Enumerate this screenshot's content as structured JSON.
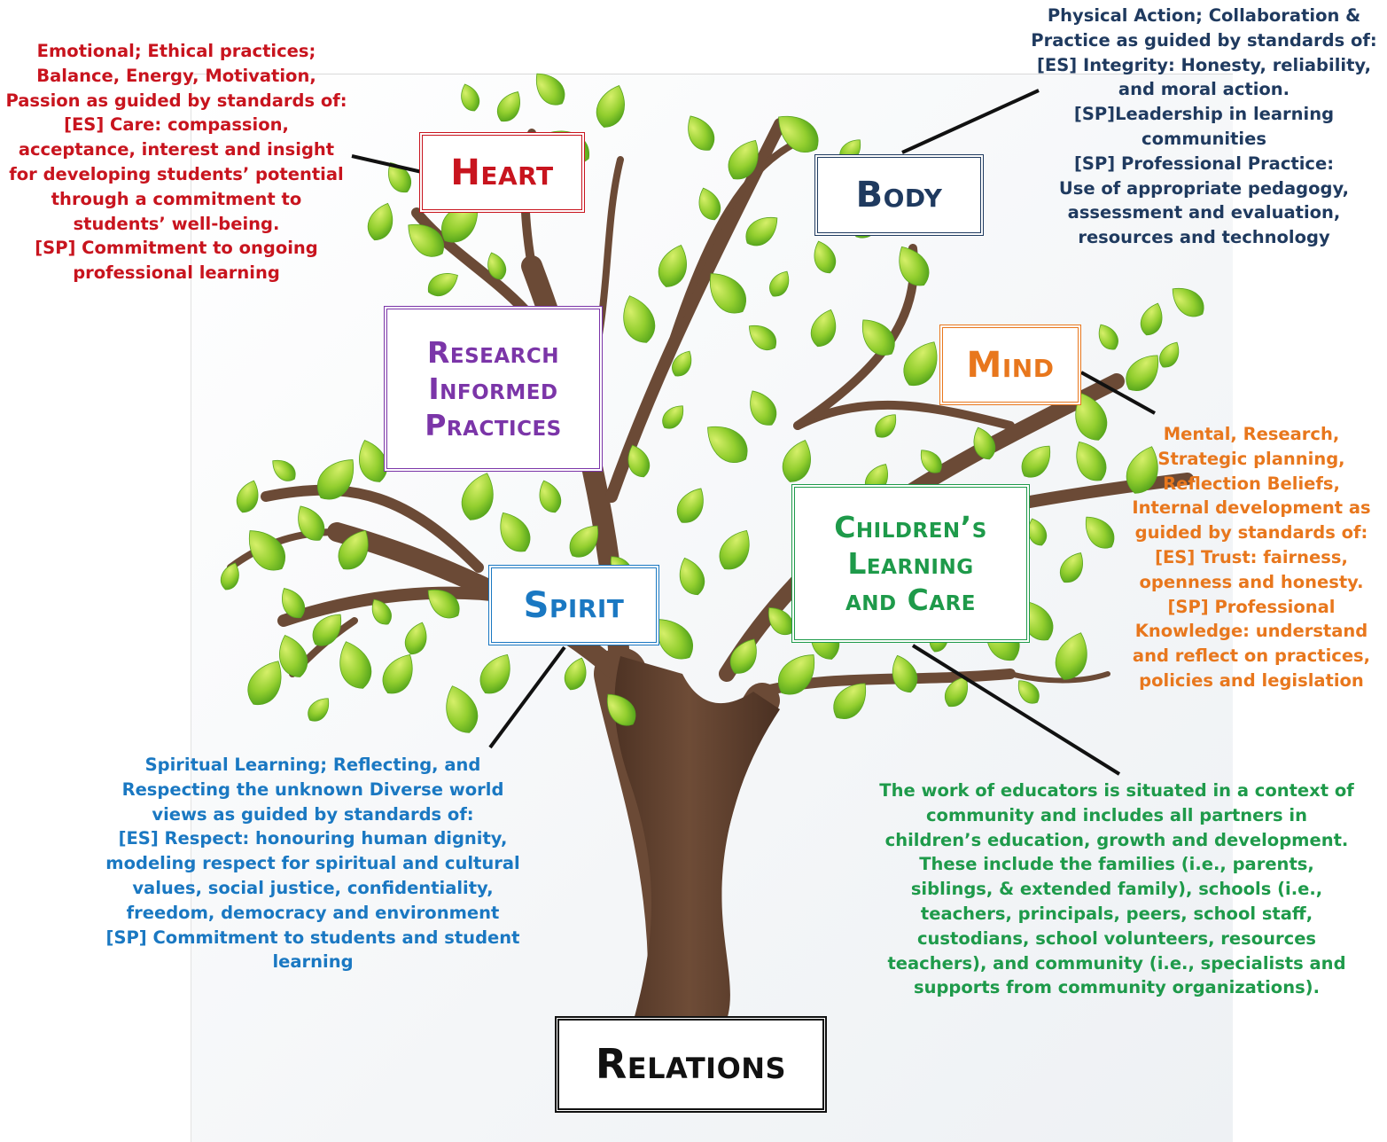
{
  "labels": {
    "heart": "Heart",
    "body": "Body",
    "research": [
      "Research",
      "Informed",
      "Practices"
    ],
    "mind": "Mind",
    "spirit": "Spirit",
    "children": [
      "Children’s",
      "Learning",
      "and Care"
    ],
    "relations": "Relations"
  },
  "descriptions": {
    "heart": [
      "Emotional; Ethical practices;",
      "Balance, Energy, Motivation,",
      "Passion as guided by standards of:",
      "[ES] Care: compassion,",
      "acceptance, interest and insight",
      "for developing students’ potential",
      "through a commitment to",
      "students’ well-being.",
      "[SP] Commitment to ongoing",
      "professional learning"
    ],
    "body": [
      "Physical Action; Collaboration &",
      "Practice as guided by standards of:",
      "[ES] Integrity: Honesty, reliability,",
      "and moral action.",
      "[SP]Leadership in learning",
      "communities",
      "[SP] Professional Practice:",
      "Use of appropriate pedagogy,",
      "assessment and evaluation,",
      "resources and technology"
    ],
    "mind": [
      "Mental, Research,",
      "Strategic planning,",
      "Reflection Beliefs,",
      "Internal development as",
      "guided by standards of:",
      "[ES] Trust: fairness,",
      "openness and honesty.",
      "[SP] Professional",
      "Knowledge: understand",
      "and reflect on practices,",
      "policies and legislation"
    ],
    "spirit": [
      "Spiritual Learning; Reflecting, and",
      "Respecting the unknown Diverse world",
      "views as guided by standards of:",
      "[ES] Respect:  honouring human dignity,",
      "modeling respect for spiritual and cultural",
      "values, social justice, confidentiality,",
      "freedom, democracy and environment",
      "[SP] Commitment to students and student",
      "learning"
    ],
    "children": [
      "The work of educators is situated in a context of",
      "community and includes all partners in",
      "children’s education, growth and development.",
      "These include the families (i.e., parents,",
      "siblings, & extended family), schools (i.e.,",
      "teachers, principals, peers, school staff,",
      "custodians, school volunteers, resources",
      "teachers), and community (i.e., specialists and",
      "supports from community organizations)."
    ]
  },
  "colors": {
    "heart": "#c8141e",
    "body": "#1f3a5f",
    "mind": "#e8771d",
    "spirit": "#1a78c2",
    "children": "#1e9a4a",
    "research": "#7b35a8",
    "relations": "#111111",
    "trunk": "#6b4a36",
    "leaf_light": "#b8e04a",
    "leaf_dark": "#4fae1d"
  }
}
